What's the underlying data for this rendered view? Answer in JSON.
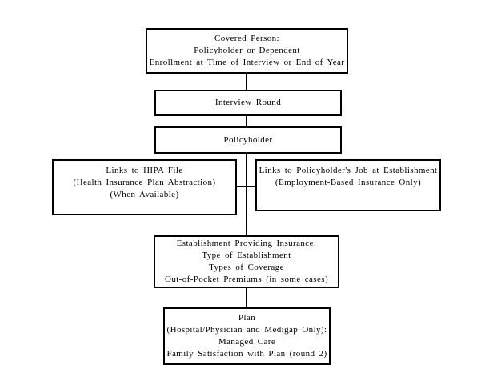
{
  "diagram": {
    "description": "Flowchart of insurance data linkage for covered persons",
    "colors": {
      "background": "#ffffff",
      "box_border": "#000000",
      "text": "#000000",
      "connector": "#000000"
    },
    "boxes": {
      "covered_person": {
        "lines": [
          "Covered Person:",
          "Policyholder or Dependent",
          "Enrollment at Time of Interview or End of Year"
        ]
      },
      "interview_round": {
        "lines": [
          "Interview Round"
        ]
      },
      "policyholder": {
        "lines": [
          "Policyholder"
        ]
      },
      "hipa_file": {
        "lines": [
          "Links to HIPA File",
          "(Health Insurance Plan Abstraction)",
          "(When Available)"
        ]
      },
      "policyholder_job": {
        "lines": [
          "Links to Policyholder's Job at Establishment",
          "(Employment-Based Insurance Only)"
        ]
      },
      "establishment": {
        "lines": [
          "Establishment Providing Insurance:",
          "Type of Establishment",
          "Types of Coverage",
          "Out-of-Pocket Premiums (in some cases)"
        ]
      },
      "plan": {
        "lines": [
          "Plan",
          "(Hospital/Physician and Medigap Only):",
          "Managed Care",
          "Family Satisfaction with Plan (round 2)"
        ]
      }
    }
  }
}
